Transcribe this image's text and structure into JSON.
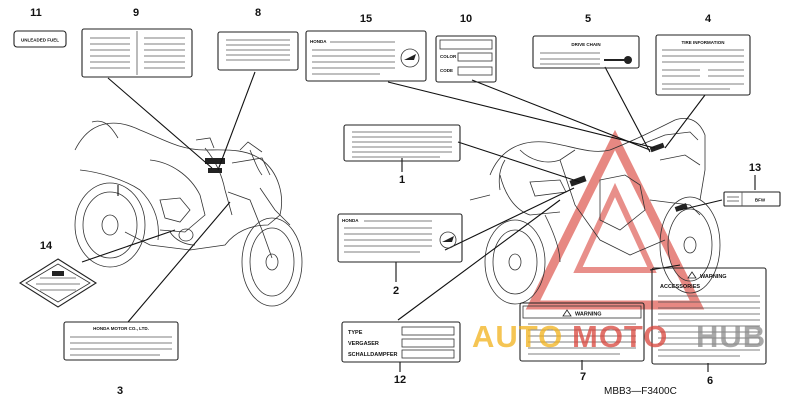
{
  "callouts": {
    "n1": "1",
    "n2": "2",
    "n3": "3",
    "n4": "4",
    "n5": "5",
    "n6": "6",
    "n7": "7",
    "n8": "8",
    "n9": "9",
    "n10": "10",
    "n11": "11",
    "n12": "12",
    "n13": "13",
    "n14": "14",
    "n15": "15"
  },
  "labels": {
    "label_11_text": "UNLEADED FUEL",
    "label_10_color": "COLOR",
    "label_10_code": "CODE",
    "label_5_title": "DRIVE CHAIN",
    "label_4_title": "TIRE INFORMATION",
    "label_15_brand": "HONDA",
    "label_2_brand": "HONDA",
    "label_3_text": "HONDA MOTOR CO., LTD.",
    "label_12_type": "TYPE",
    "label_12_vergaser": "VERGASER",
    "label_12_schall": "SCHALLDAMPFER",
    "label_7_warning": "WARNING",
    "label_6_warning": "WARNING",
    "label_6_accessories": "ACCESSORIES",
    "label_13_text": "BFW"
  },
  "part_code": "MBB3—F3400C",
  "watermark": {
    "text_auto": "AUTO",
    "text_moto": "MOTO",
    "text_hub": "HUB",
    "color_orange": "#f2b21c",
    "color_red": "#d9453c",
    "color_gray": "#8b8b8b"
  }
}
